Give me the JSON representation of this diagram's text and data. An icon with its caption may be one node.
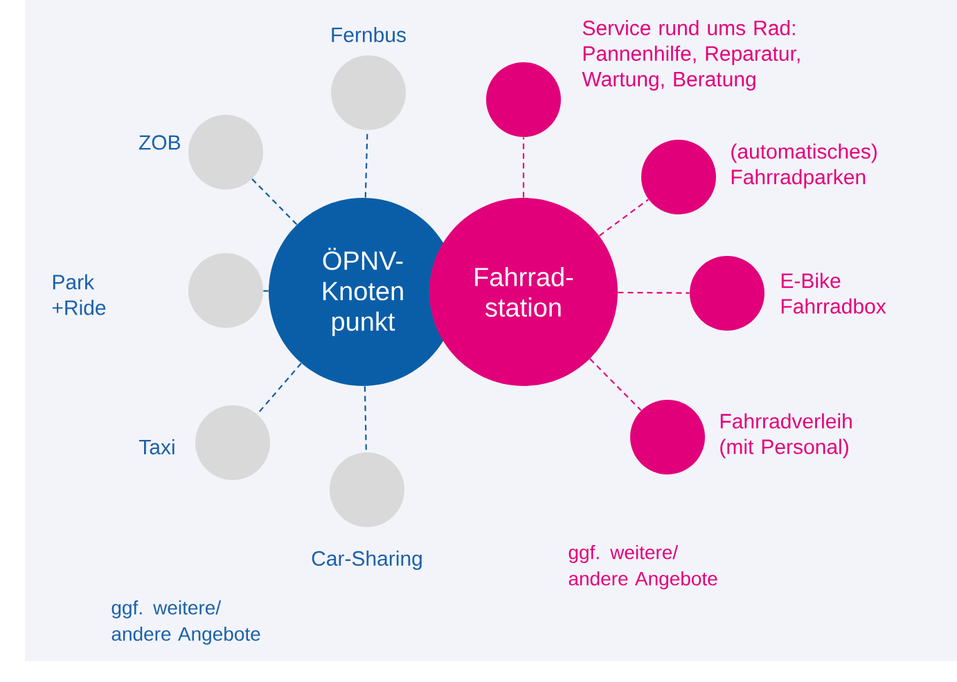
{
  "diagram": {
    "nodes": [
      {
        "text": [
          "ÖPNV- Knoten punkt"
        ]
      },
      {
        "text": [
          "Fahrrad- station"
        ]
      },
      {
        "text": [],
        "shape": "circle",
        "beside": [
          "Fernbus"
        ]
      },
      {
        "text": [],
        "shape": "circle",
        "beside": [
          "ZOB"
        ]
      },
      {
        "text": [],
        "shape": "circle",
        "beside": [
          "Park +Ride"
        ]
      },
      {
        "text": [],
        "shape": "circle",
        "beside": [
          "Taxi"
        ]
      },
      {
        "text": [],
        "shape": "circle",
        "beside": [
          "Car-Sharing"
        ]
      },
      {
        "text": [],
        "shape": "circle",
        "beside": [
          "Service rund ums Rad: Pannenhilfe, Reparatur, Wartung, Beratung"
        ]
      },
      {
        "text": [],
        "shape": "circle",
        "beside": [
          "(automatisches) Fahrradparken"
        ]
      },
      {
        "text": [],
        "shape": "circle",
        "beside": [
          "E-Bike Fahrradbox"
        ]
      },
      {
        "text": [],
        "shape": "circle",
        "beside": [
          "Fahrradverleih (mit Personal)"
        ]
      }
    ],
    "edges": [
      {
        "from": 0,
        "to": 2,
        "arrow": "none",
        "style": "dashed"
      },
      {
        "from": 0,
        "to": 3,
        "arrow": "none",
        "style": "dashed"
      },
      {
        "from": 0,
        "to": 4,
        "arrow": "none",
        "style": "dashed"
      },
      {
        "from": 0,
        "to": 5,
        "arrow": "none",
        "style": "dashed"
      },
      {
        "from": 0,
        "to": 6,
        "arrow": "none",
        "style": "dashed"
      },
      {
        "from": 1,
        "to": 7,
        "arrow": "none",
        "style": "dashed",
        "color": "#e5007d"
      },
      {
        "from": 1,
        "to": 8,
        "arrow": "none",
        "style": "dashed",
        "color": "#e5007d"
      },
      {
        "from": 1,
        "to": 9,
        "arrow": "none",
        "style": "dashed",
        "color": "#e5007d"
      },
      {
        "from": 1,
        "to": 10,
        "arrow": "none",
        "style": "dashed",
        "color": "#e5007d"
      }
    ],
    "labels": [
      "ggf. weitere/ andere Angebote",
      "ggf. weitere/ andere Angebote"
    ]
  }
}
